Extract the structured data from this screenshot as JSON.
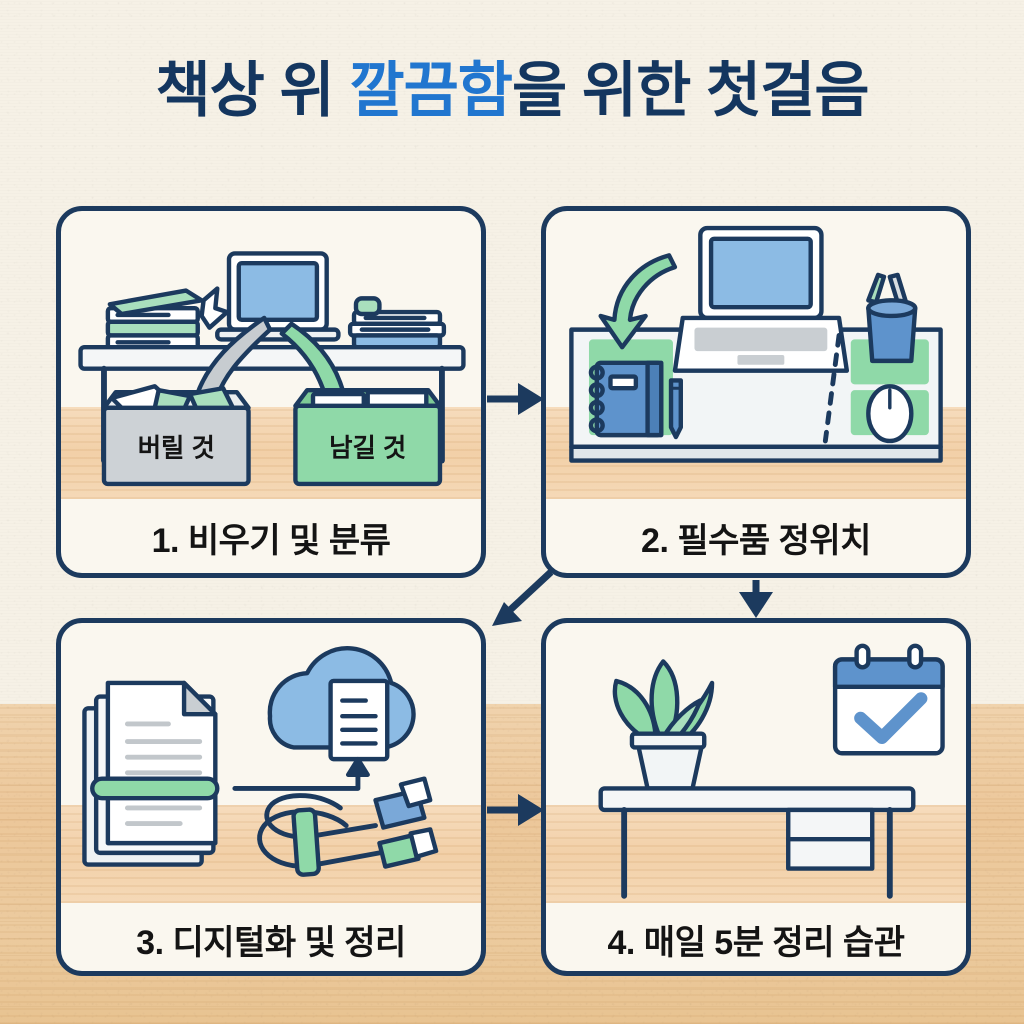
{
  "title": {
    "part1": "책상 위 ",
    "highlight": "깔끔함",
    "part2": "을 위한 첫걸음",
    "full": "책상 위 깔끔함을 위한 첫걸음"
  },
  "colors": {
    "navy": "#1c3a5e",
    "title_navy": "#14365f",
    "accent_blue": "#2176cf",
    "green": "#8fd9a8",
    "gray_box": "#cdd2d6",
    "cream_bg": "#f6f1e6",
    "wood": "#eccb9f",
    "card_bg": "#faf7ef"
  },
  "cards": [
    {
      "id": "card1",
      "label": "1. 비우기 및 분류",
      "scene": "cluttered-desk-sorting",
      "box_labels": {
        "discard": "버릴 것",
        "keep": "남길 것"
      },
      "icons": [
        "book-stack-icon",
        "laptop-icon",
        "crumpled-paper-icon",
        "curved-arrow-gray-icon",
        "curved-arrow-green-icon",
        "discard-box-icon",
        "keep-box-icon"
      ]
    },
    {
      "id": "card2",
      "label": "2. 필수품 정위치",
      "scene": "organized-desk-zones",
      "icons": [
        "laptop-icon",
        "notebook-icon",
        "pen-icon",
        "pen-cup-icon",
        "mouse-icon",
        "down-arrow-green-icon",
        "dashed-divider-icon"
      ]
    },
    {
      "id": "card3",
      "label": "3. 디지털화 및 정리",
      "scene": "digitize-and-tidy-cables",
      "icons": [
        "document-stack-icon",
        "highlighter-icon",
        "cloud-icon",
        "cloud-document-icon",
        "upload-arrow-icon",
        "usb-cable-icon"
      ]
    },
    {
      "id": "card4",
      "label": "4. 매일 5분 정리 습관",
      "scene": "clean-desk-daily-habit",
      "icons": [
        "potted-plant-icon",
        "desk-icon",
        "drawer-icon",
        "calendar-icon",
        "check-icon"
      ]
    }
  ],
  "flow_arrows": [
    {
      "name": "arrow-card1-to-card2",
      "direction": "right"
    },
    {
      "name": "arrow-card2-to-card3",
      "direction": "down-left"
    },
    {
      "name": "arrow-card2-to-card4",
      "direction": "down"
    },
    {
      "name": "arrow-card3-to-card4",
      "direction": "right"
    }
  ]
}
